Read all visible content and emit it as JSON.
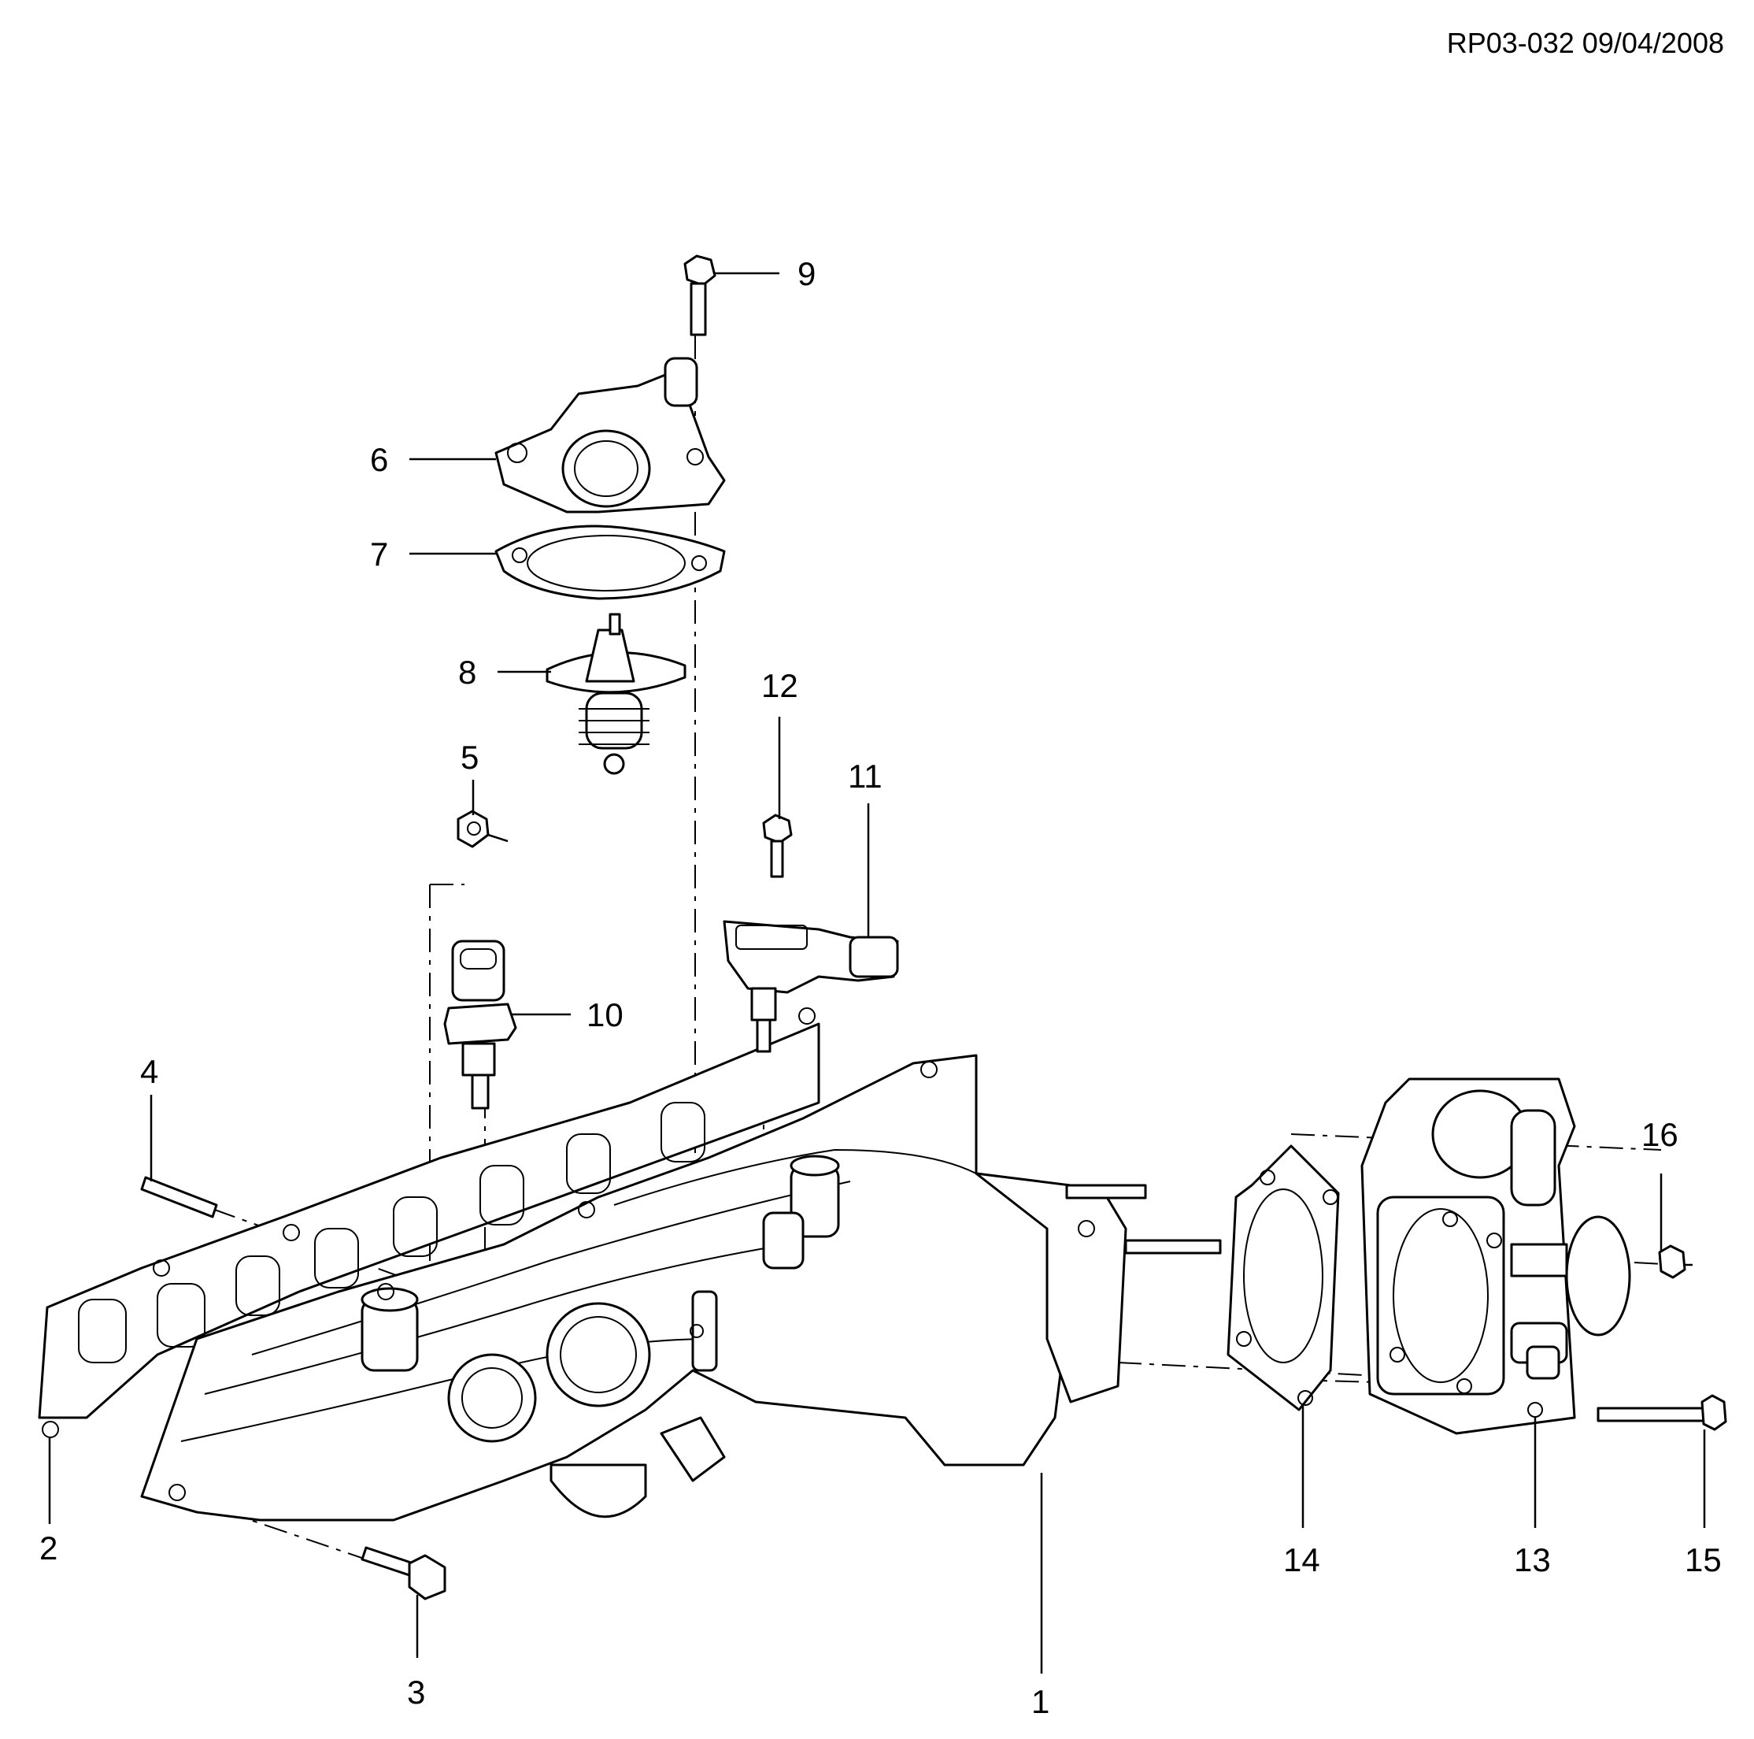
{
  "document_ref": "RP03-032 09/04/2008",
  "callouts": {
    "c1": "1",
    "c2": "2",
    "c3": "3",
    "c4": "4",
    "c5": "5",
    "c6": "6",
    "c7": "7",
    "c8": "8",
    "c9": "9",
    "c10": "10",
    "c11": "11",
    "c12": "12",
    "c13": "13",
    "c14": "14",
    "c15": "15",
    "c16": "16"
  }
}
